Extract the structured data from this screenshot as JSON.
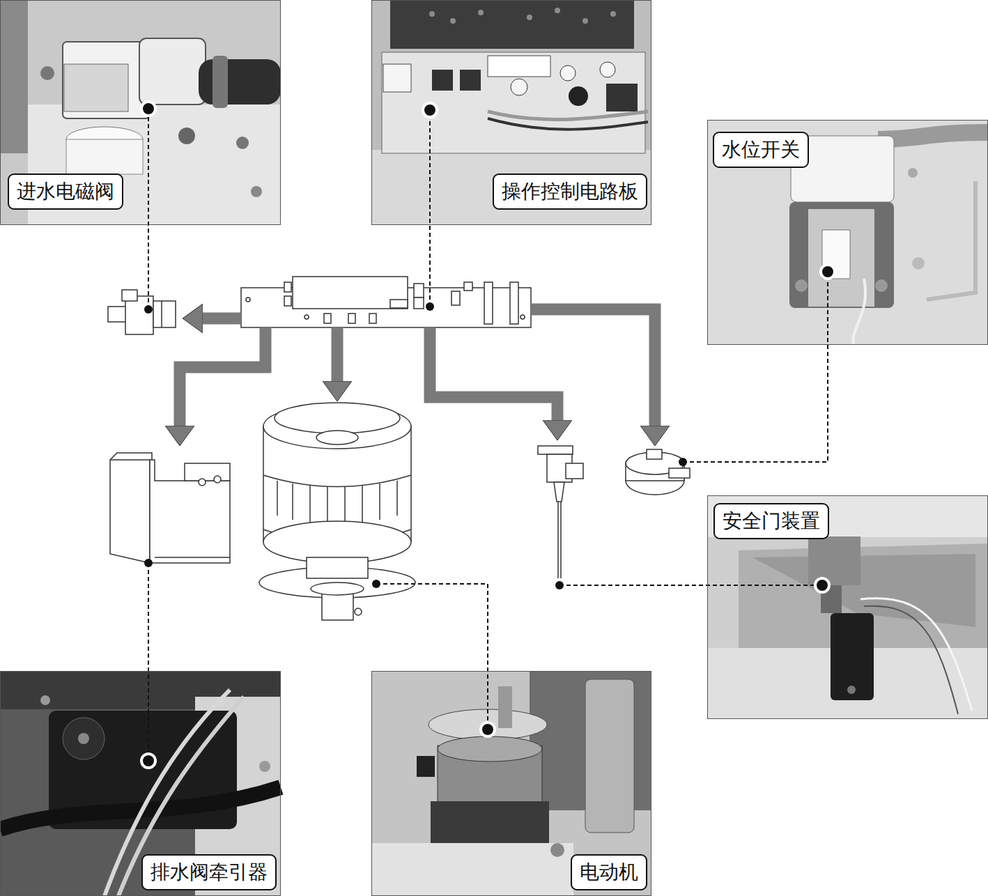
{
  "diagram": {
    "nodes": [
      {
        "text": [
          "进水电磁阀"
        ]
      },
      {
        "text": [
          "操作控制电路板"
        ]
      },
      {
        "text": [
          "水位开关"
        ]
      },
      {
        "text": [
          "安全门装置"
        ]
      },
      {
        "text": [
          "排水阀牵引器"
        ]
      },
      {
        "text": [
          "电动机"
        ]
      }
    ],
    "edges": [
      {
        "from": 1,
        "to": 0,
        "arrow": "to"
      },
      {
        "from": 1,
        "to": 4,
        "arrow": "to"
      },
      {
        "from": 1,
        "to": 5,
        "arrow": "to"
      },
      {
        "from": 1,
        "to": 3,
        "arrow": "to"
      },
      {
        "from": 1,
        "to": 2,
        "arrow": "to"
      }
    ]
  }
}
